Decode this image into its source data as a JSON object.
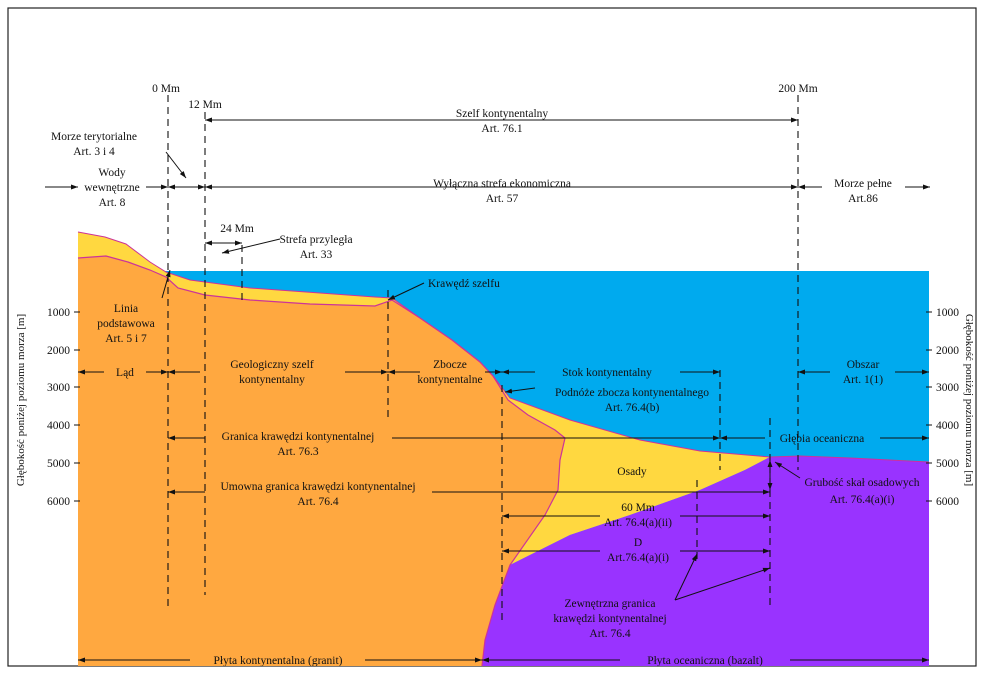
{
  "colors": {
    "ocean": "#00aaee",
    "continent": "#ffa840",
    "sediment": "#ffd840",
    "oceanic_crust": "#9933ff",
    "boundary": "#cc3399"
  },
  "distances": {
    "baseline": "0 Mm",
    "territorial": "12 Mm",
    "eez": "200 Mm",
    "contiguous": "24 Mm"
  },
  "zones": {
    "territorial_sea": [
      "Morze terytorialne",
      "Art. 3 i 4"
    ],
    "internal_waters": [
      "Wody",
      "wewnętrzne",
      "Art. 8"
    ],
    "shelf": [
      "Szelf kontynentalny",
      "Art. 76.1"
    ],
    "eez": [
      "Wyłączna strefa ekonomiczna",
      "Art. 57"
    ],
    "high_seas": [
      "Morze pełne",
      "Art.86"
    ],
    "contiguous_zone": [
      "Strefa przyległa",
      "Art. 33"
    ],
    "shelf_edge": "Krawędź szelfu",
    "baseline": [
      "Linia",
      "podstawowa",
      "Art. 5 i 7"
    ],
    "land": "Ląd",
    "geo_shelf": [
      "Geologiczny szelf",
      "kontynentalny"
    ],
    "slope": [
      "Zbocze",
      "kontynentalne"
    ],
    "continental_rise": "Stok kontynentalny",
    "foot_of_slope": [
      "Podnóże zbocza kontynentalnego",
      "Art. 76.4(b)"
    ],
    "area": [
      "Obszar",
      "Art. 1(1)"
    ],
    "abyss": "Głębia oceaniczna",
    "margin_edge": [
      "Granica krawędzi kontynentalnej",
      "Art. 76.3"
    ],
    "sediment_thickness": [
      "Grubość skał osadowych",
      "Art. 76.4(a)(i)"
    ],
    "sediments": "Osady",
    "conventional_margin": [
      "Umowna granica krawędzi kontynentalnej",
      "Art. 76.4"
    ],
    "sixty": [
      "60 Mm",
      "Art. 76.4(a)(ii)"
    ],
    "d": [
      "D",
      "Art.76.4(a)(i)"
    ],
    "outer_edge": [
      "Zewnętrzna granica",
      "krawędzi kontynentalnej",
      "Art. 76.4"
    ],
    "continental_plate": "Płyta kontynentalna (granit)",
    "oceanic_plate": "Płyta oceaniczna (bazalt)"
  },
  "depth_axis": {
    "label": "Głębokość poniżej poziomu morza [m]",
    "ticks": [
      "1000",
      "2000",
      "3000",
      "4000",
      "5000",
      "6000"
    ]
  }
}
